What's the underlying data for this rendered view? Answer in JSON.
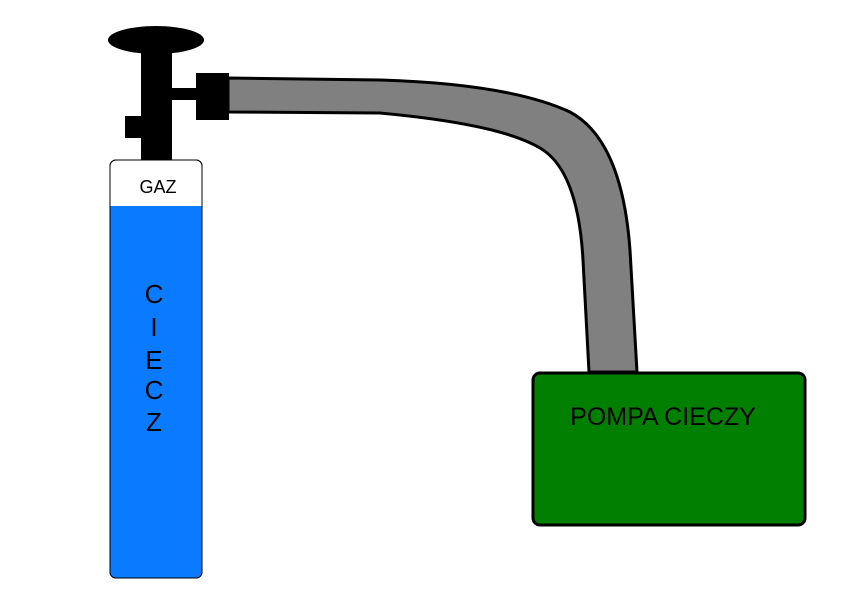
{
  "cylinder": {
    "gas_label": "GAZ",
    "liquid_letters": [
      "C",
      "I",
      "E",
      "C",
      "Z"
    ],
    "liquid_fill_fraction": 0.89
  },
  "pump": {
    "label": "POMPA CIECZY"
  },
  "colors": {
    "liquid": "#0A7BFF",
    "gas": "#FFFFFF",
    "valve": "#000000",
    "hose": "#808080",
    "pump": "#007F00",
    "outline": "#000000",
    "background": "#FFFFFF"
  }
}
